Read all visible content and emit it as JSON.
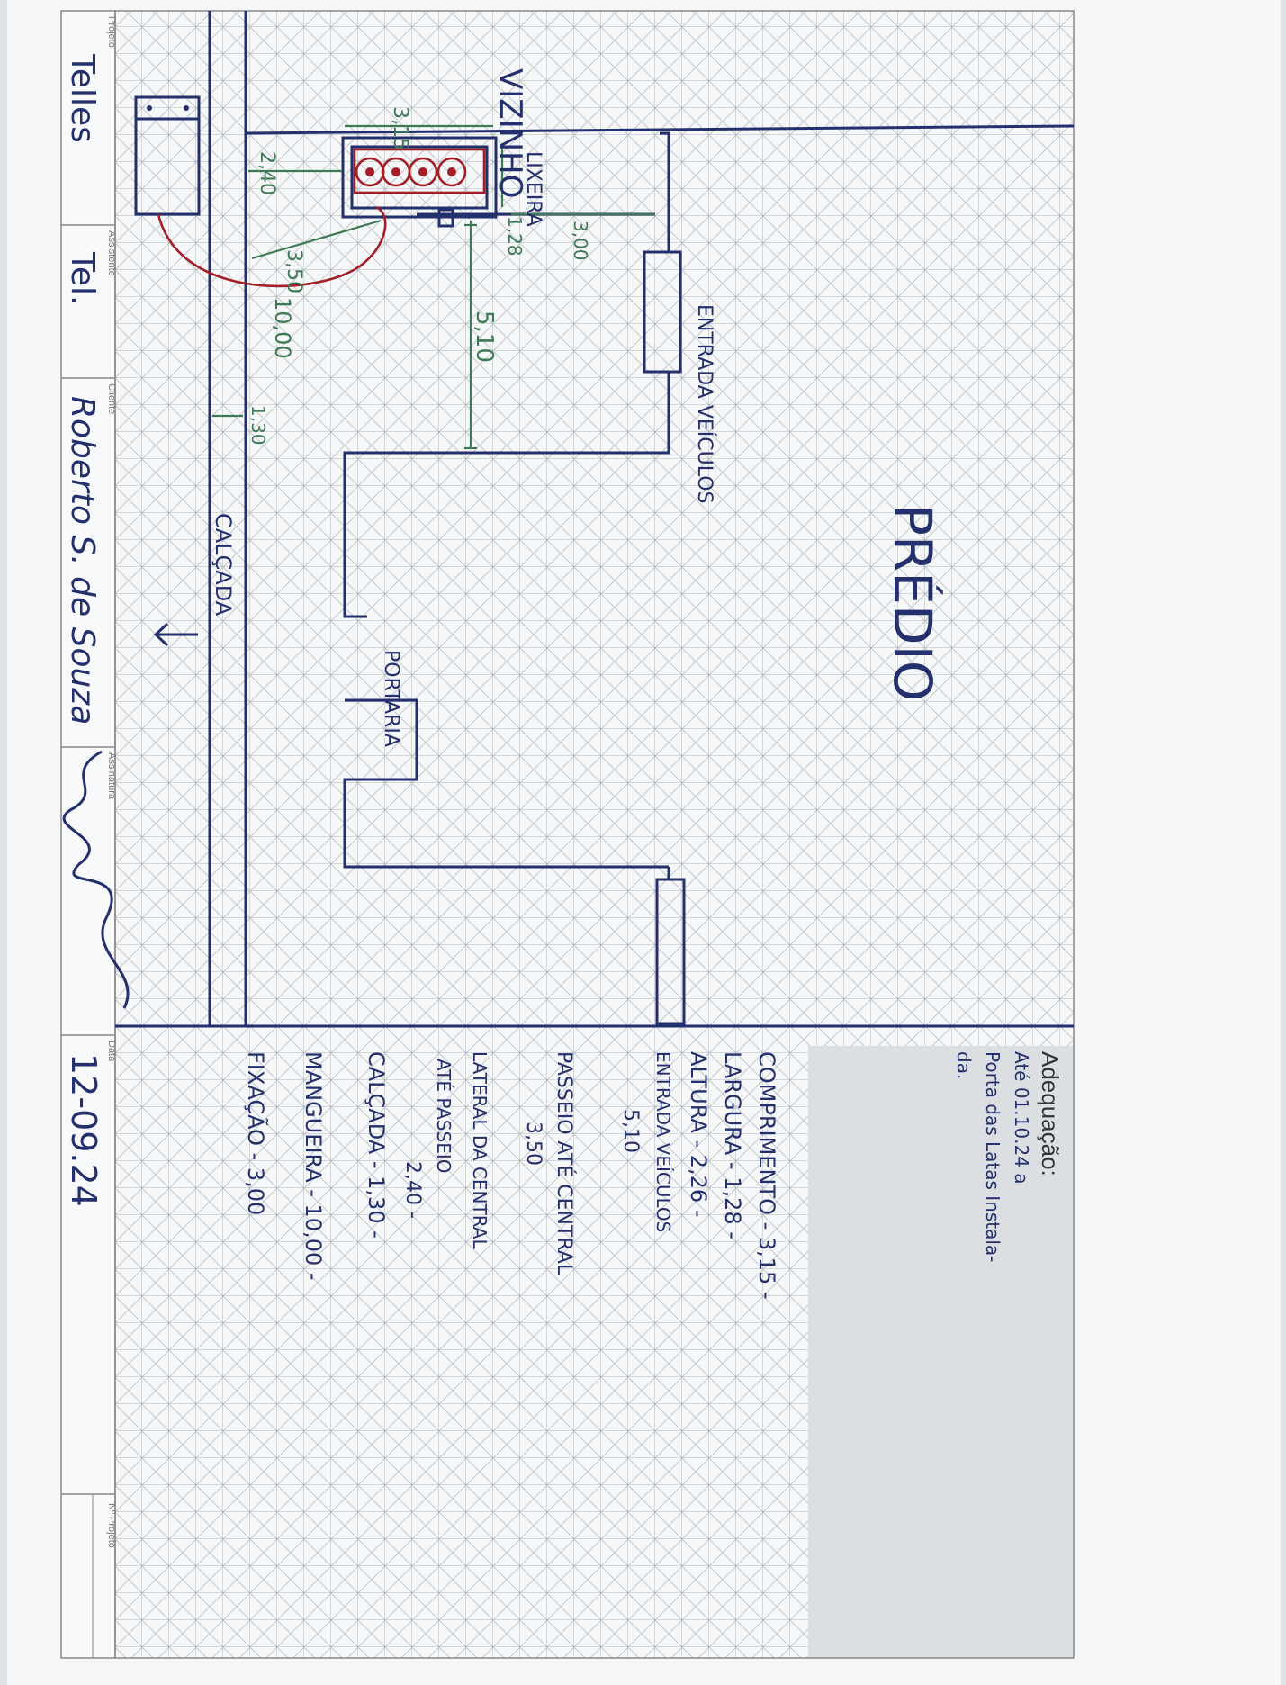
{
  "form": {
    "field_projeto": "Projeto",
    "field_assistente": "Assistente",
    "field_cliente": "Cliente",
    "field_assinatura": "Assinatura",
    "field_data": "Data",
    "field_n_projeto": "Nº Projeto",
    "projeto_value": "Telles",
    "assistente_value": "Tel.",
    "cliente_value": "Roberto S. de Souza",
    "data_value": "12-09.24",
    "adequacao_title": "Adequação:",
    "adequacao_line1": "Até 01.10.24 a",
    "adequacao_line2": "Porta das Latas Instala-",
    "adequacao_line3": "da."
  },
  "plan": {
    "vizinho": "VIZINHO",
    "lixeira": "LIXEIRA",
    "entrada_veiculos": "ENTRADA VEÍCULOS",
    "predio": "PRÉDIO",
    "portaria": "PORTARIA",
    "calcada": "CALÇADA",
    "dim_315": "3,15",
    "dim_240": "2,40",
    "dim_350": "3,50",
    "dim_1000": "10,00",
    "dim_128": "1,28",
    "dim_300": "3,00",
    "dim_510": "5,10",
    "dim_130": "1,30"
  },
  "specs": [
    "COMPRIMENTO - 3,15 -",
    "LARGURA - 1,28 -",
    "ALTURA - 2,26 -",
    "ENTRADA VEÍCULOS",
    "5,10",
    "PASSEIO ATÉ CENTRAL",
    "3,50",
    "LATERAL DA CENTRAL",
    "ATÉ PASSEIO",
    "2,40 -",
    "CALÇADA - 1,30 -",
    "MANGUEIRA - 10,00 -",
    "FIXAÇÃO - 3,00"
  ]
}
